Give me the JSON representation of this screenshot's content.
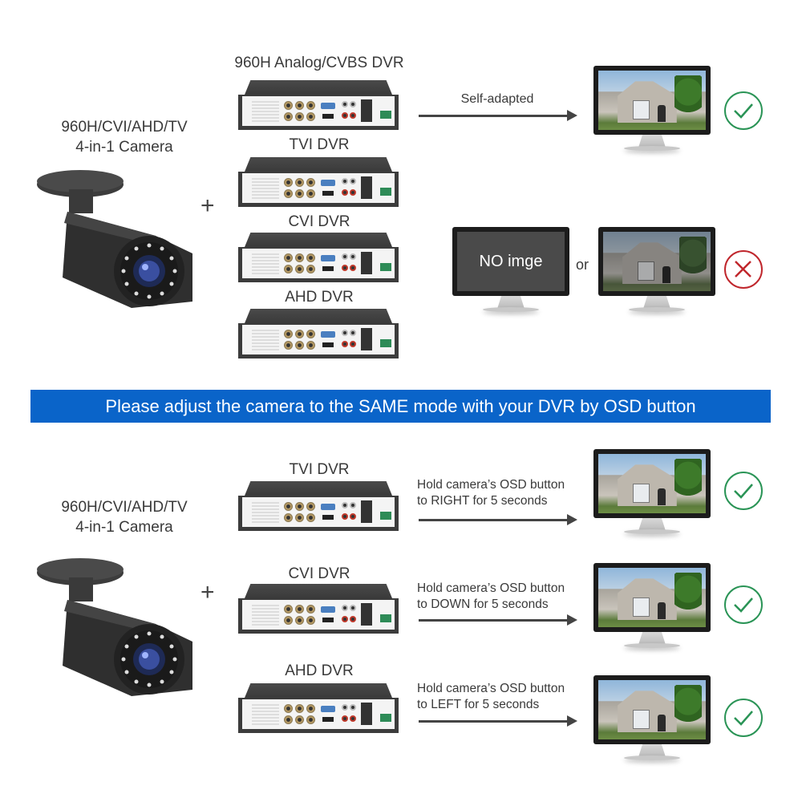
{
  "top_section": {
    "camera": {
      "label_line1": "960H/CVI/AHD/TV",
      "label_line2": "4-in-1 Camera",
      "plus": "+"
    },
    "dvrs": [
      {
        "label": "960H Analog/CVBS DVR"
      },
      {
        "label": "TVI DVR"
      },
      {
        "label": "CVI DVR"
      },
      {
        "label": "AHD DVR"
      }
    ],
    "self_adapted": {
      "arrow_label": "Self-adapted",
      "result": "success"
    },
    "failure": {
      "no_image_text": "NO imge",
      "or_text": "or",
      "result": "failure"
    }
  },
  "banner": {
    "text": "Please adjust the camera to the SAME mode with your DVR by OSD button",
    "color": "#0a64c9"
  },
  "bottom_section": {
    "camera": {
      "label_line1": "960H/CVI/AHD/TV",
      "label_line2": "4-in-1 Camera",
      "plus": "+"
    },
    "rows": [
      {
        "dvr_label": "TVI DVR",
        "note_line1": "Hold camera’s OSD button",
        "note_line2": "to RIGHT for 5 seconds",
        "result": "success"
      },
      {
        "dvr_label": "CVI DVR",
        "note_line1": "Hold camera’s OSD button",
        "note_line2": "to DOWN for 5 seconds",
        "result": "success"
      },
      {
        "dvr_label": "AHD DVR",
        "note_line1": "Hold camera’s OSD button",
        "note_line2": "to LEFT for 5 seconds",
        "result": "success"
      }
    ]
  },
  "colors": {
    "success": "#2a9456",
    "failure": "#c0272d",
    "banner": "#0a64c9"
  }
}
